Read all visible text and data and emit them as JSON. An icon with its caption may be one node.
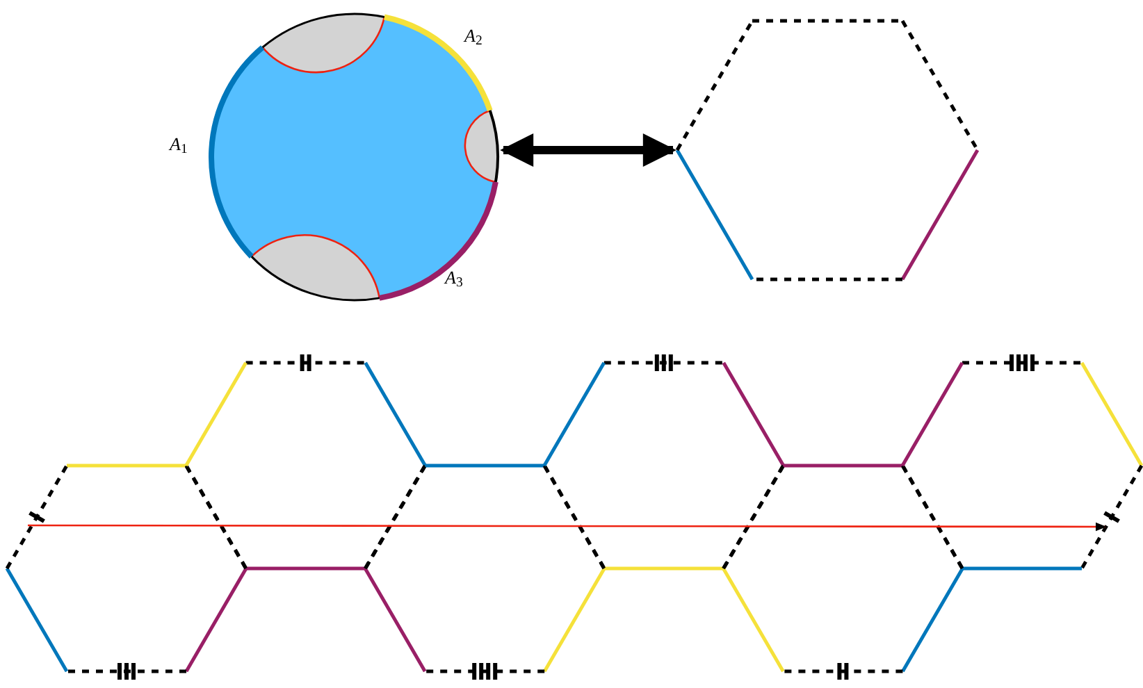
{
  "diagram": {
    "nodes": [
      {
        "text": [],
        "shape": "circle"
      },
      {
        "text": [],
        "shape": "hexagon"
      }
    ],
    "edges": [
      {
        "from": 0,
        "to": 1,
        "arrow": "both"
      }
    ],
    "labels": [
      "*A*$_{1}$",
      "*A*$_{2}$",
      "*A*$_{3}$"
    ]
  }
}
